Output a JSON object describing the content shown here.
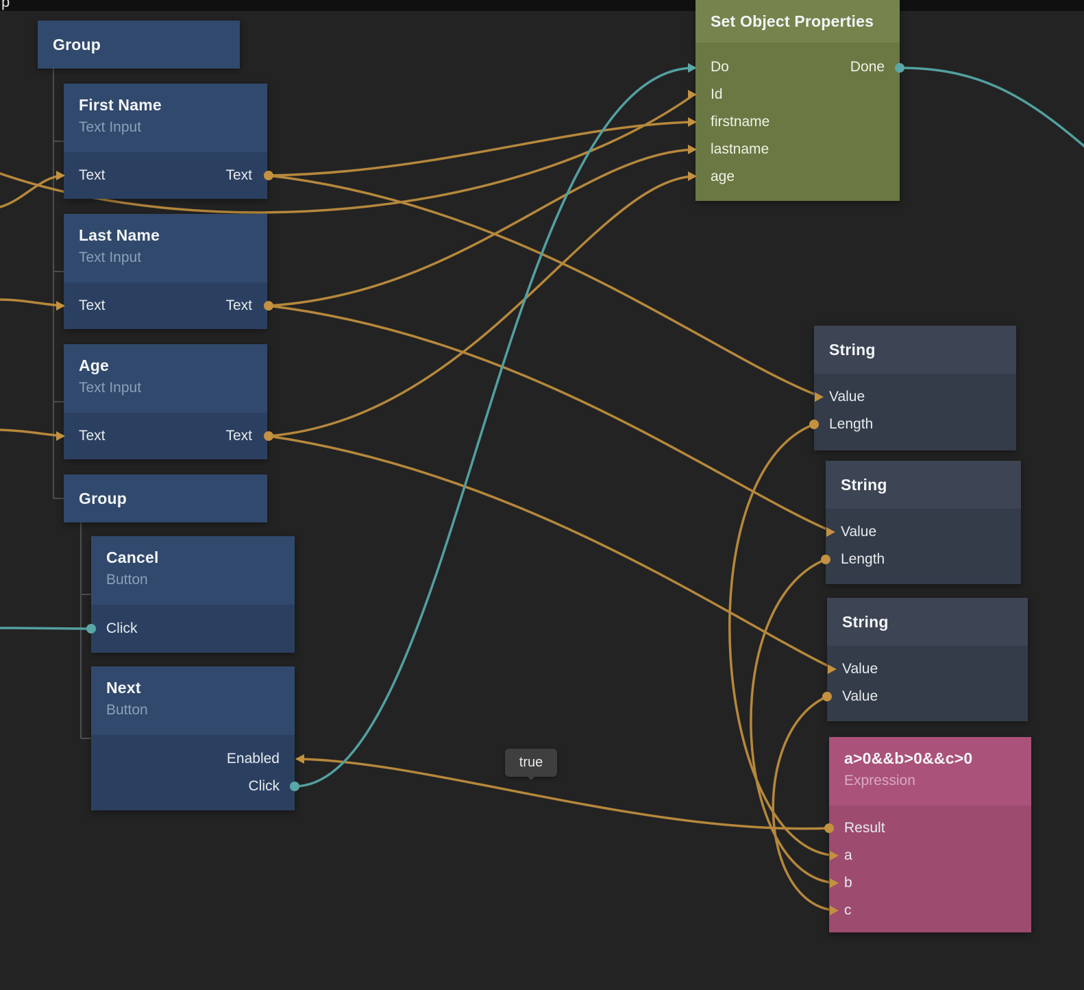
{
  "colors": {
    "background": "#232323",
    "wire_orange": "#b6883c",
    "wire_teal": "#53a0a0",
    "node_blue": "#31496c",
    "node_olive": "#75834d",
    "node_slate": "#3d4453",
    "node_pink": "#aa527a"
  },
  "canvas_fragment": "p",
  "tooltip": {
    "value": "true"
  },
  "nodes": {
    "group1": {
      "title": "Group"
    },
    "first_name": {
      "title": "First Name",
      "subtitle": "Text Input",
      "input": "Text",
      "output": "Text"
    },
    "last_name": {
      "title": "Last Name",
      "subtitle": "Text Input",
      "input": "Text",
      "output": "Text"
    },
    "age": {
      "title": "Age",
      "subtitle": "Text Input",
      "input": "Text",
      "output": "Text"
    },
    "group2": {
      "title": "Group"
    },
    "cancel": {
      "title": "Cancel",
      "subtitle": "Button",
      "click": "Click"
    },
    "next": {
      "title": "Next",
      "subtitle": "Button",
      "enabled": "Enabled",
      "click": "Click"
    },
    "set_object_properties": {
      "title": "Set Object Properties",
      "do": "Do",
      "done": "Done",
      "inputs": [
        "Id",
        "firstname",
        "lastname",
        "age"
      ]
    },
    "string1": {
      "title": "String",
      "value": "Value",
      "length": "Length"
    },
    "string2": {
      "title": "String",
      "value": "Value",
      "length": "Length"
    },
    "string3": {
      "title": "String",
      "value": "Value",
      "value_out": "Value"
    },
    "expression": {
      "title": "a>0&&b>0&&c>0",
      "subtitle": "Expression",
      "result": "Result",
      "inputs": [
        "a",
        "b",
        "c"
      ]
    }
  }
}
